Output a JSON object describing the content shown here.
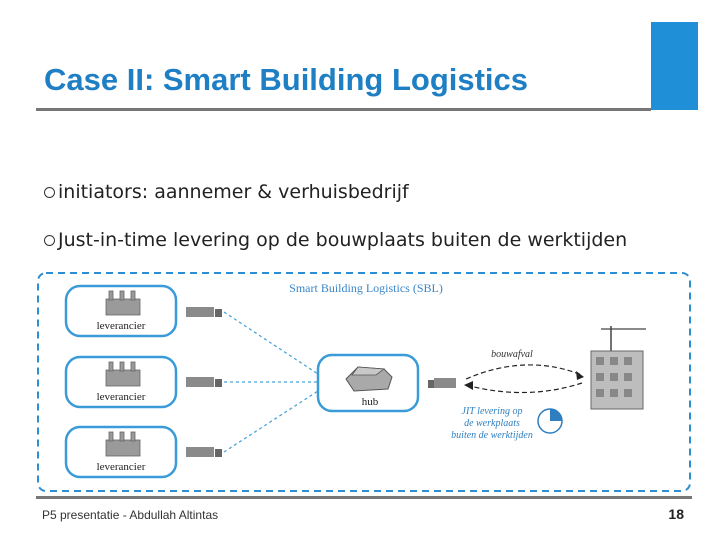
{
  "slide": {
    "title": "Case II: Smart Building Logistics",
    "bullets": [
      "initiators: aannemer & verhuisbedrijf",
      "Just-in-time levering op de bouwplaats buiten de werktijden"
    ],
    "footer": "P5 presentatie - Abdullah Altintas",
    "page_number": "18",
    "accent_color": "#1f8fd8",
    "title_color": "#1f7fc4"
  },
  "diagram": {
    "title": "Smart Building Logistics (SBL)",
    "supplier_label": "leverancier",
    "hub_label": "hub",
    "waste_label": "bouwafval",
    "jit_lines": [
      "JIT levering op",
      "de werkplaats",
      "buiten de werktijden"
    ]
  }
}
